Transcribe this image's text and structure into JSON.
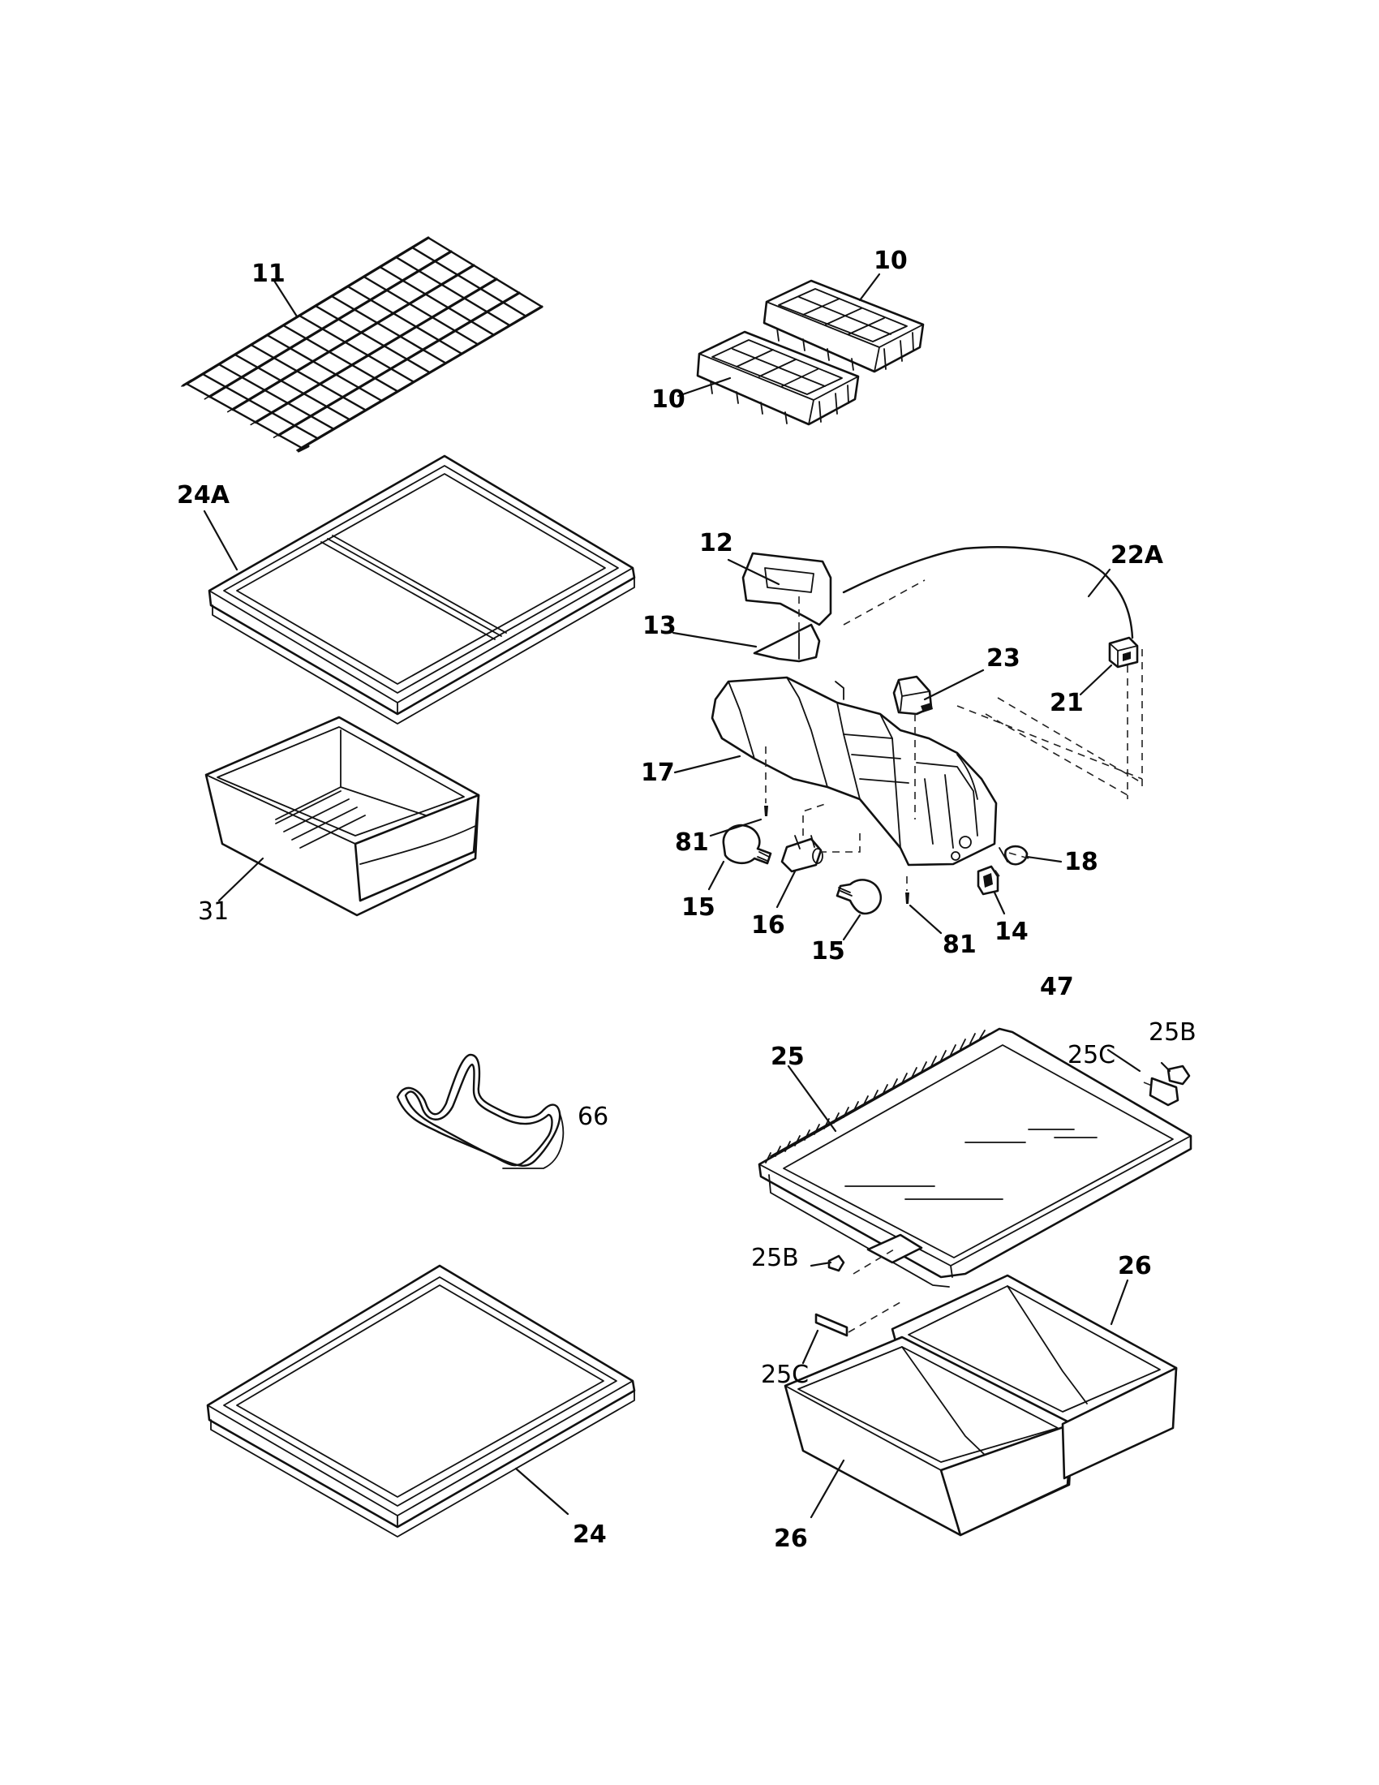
{
  "callouts": {
    "c11": "11",
    "c10a": "10",
    "c10b": "10",
    "c24A": "24A",
    "c12": "12",
    "c22A": "22A",
    "c13": "13",
    "c23": "23",
    "c21": "21",
    "c17": "17",
    "c31": "31",
    "c81a": "81",
    "c18": "18",
    "c15a": "15",
    "c16": "16",
    "c14": "14",
    "c15b": "15",
    "c81b": "81",
    "c47": "47",
    "c25B_top": "25B",
    "c25": "25",
    "c25C_top": "25C",
    "c66": "66",
    "c25B_low": "25B",
    "c26a": "26",
    "c25C_low": "25C",
    "c24": "24",
    "c26b": "26"
  },
  "icons": [
    "wire-shelf-icon",
    "ice-tray-icon",
    "glass-shelf-icon",
    "crisper-pan-icon",
    "control-housing-icon",
    "light-bulb-icon"
  ]
}
